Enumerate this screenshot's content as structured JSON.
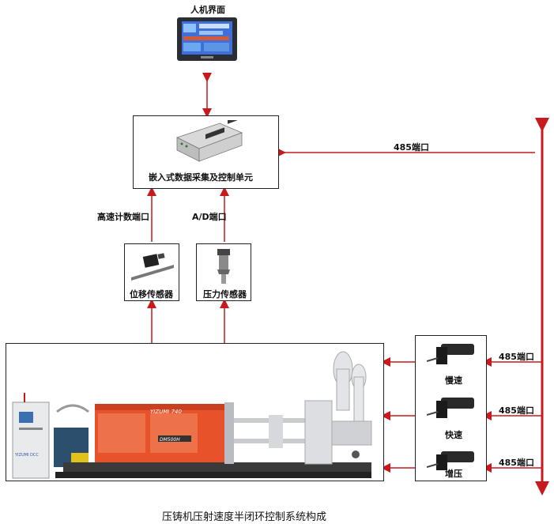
{
  "hmi": {
    "label": "人机界面"
  },
  "control_unit": {
    "label": "嵌入式数据采集及控制单元"
  },
  "ports": {
    "high_speed_count": "高速计数端口",
    "ad": "A/D端口",
    "rs485_main": "485端口",
    "rs485_slow": "485端口",
    "rs485_fast": "485端口",
    "rs485_boost": "485端口"
  },
  "sensors": {
    "displacement": "位移传感器",
    "pressure": "压力传感器"
  },
  "valves": {
    "slow": "慢速",
    "fast": "快速",
    "boost": "增压"
  },
  "machine": {
    "brand_text": "YIZUMI 740",
    "model_text": "DM500H",
    "cabinet_text": "YIZUMI DCC"
  },
  "caption": "压铸机压射速度半闭环控制系统构成",
  "colors": {
    "arrow": "#c8191c",
    "machine_orange": "#e8522a",
    "line": "#222222"
  }
}
